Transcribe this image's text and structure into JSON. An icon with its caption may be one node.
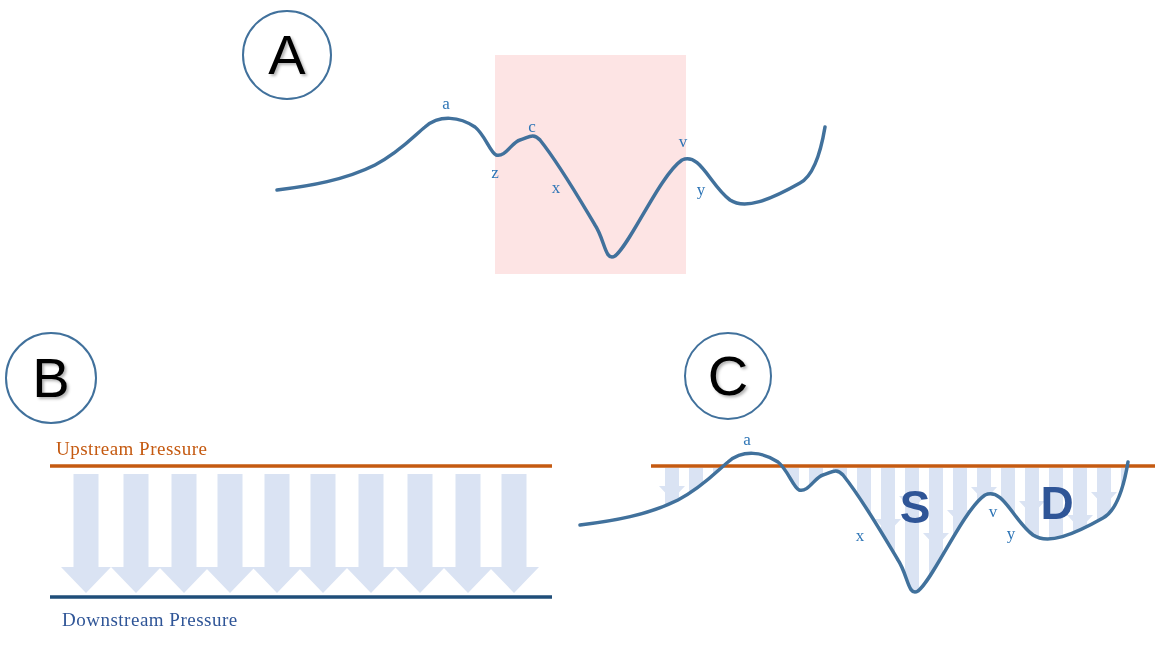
{
  "diagram": {
    "nodes": [
      {
        "text": [
          "A"
        ]
      },
      {
        "text": [
          "B"
        ]
      },
      {
        "text": [
          "C"
        ]
      }
    ],
    "labels": [
      "a",
      "z",
      "c",
      "x",
      "v",
      "y",
      "Upstream Pressure",
      "Downstream Pressure",
      "a",
      "x",
      "v",
      "y",
      "S",
      "D"
    ]
  }
}
